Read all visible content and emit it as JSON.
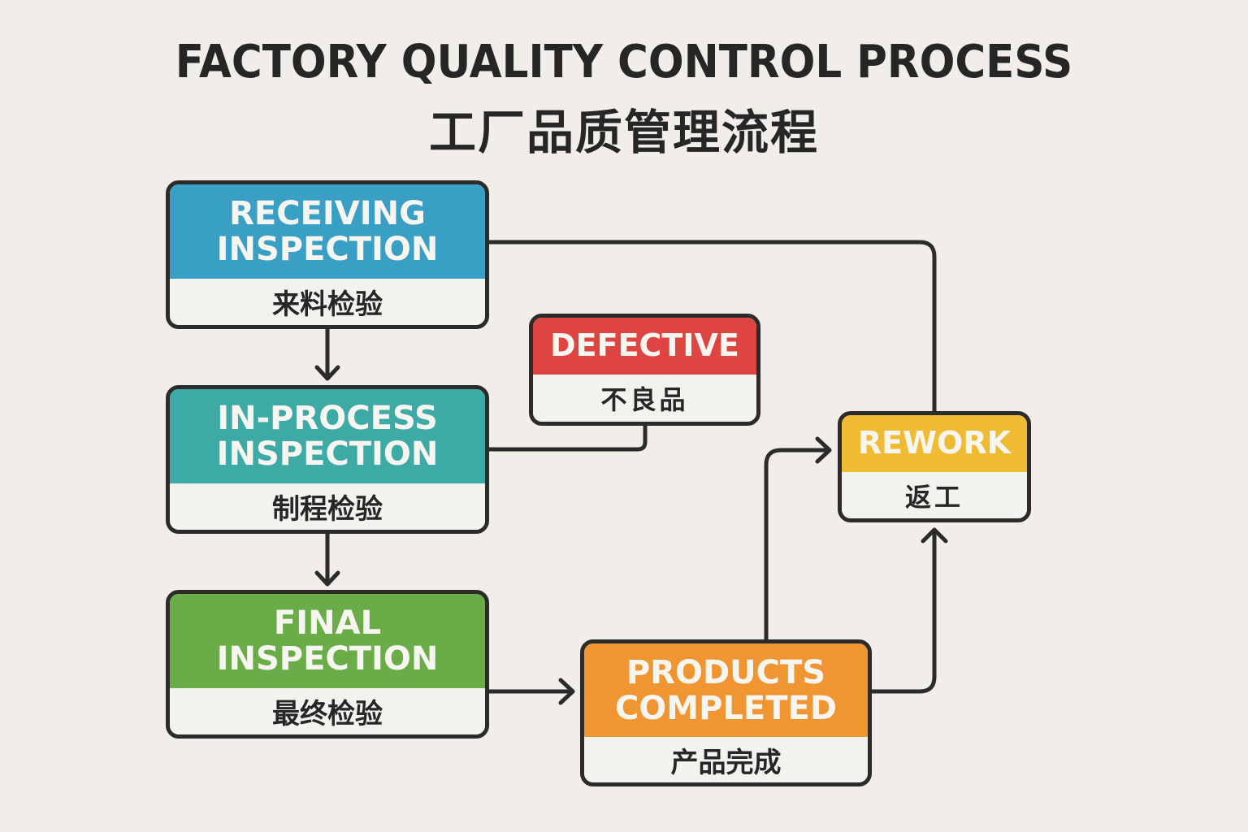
{
  "title": {
    "english": "FACTORY QUALITY CONTROL PROCESS",
    "chinese": "工厂品质管理流程"
  },
  "colors": {
    "background": "#f1eee9",
    "outline": "#2b2b2b",
    "receiving": "#3a9fc4",
    "in_process": "#3eaaa6",
    "final": "#6aac48",
    "completed": "#ef9532",
    "defective": "#de4541",
    "rework": "#efbb33"
  },
  "nodes": {
    "receiving": {
      "line1": "RECEIVING",
      "line2": "INSPECTION",
      "chinese": "来料检验"
    },
    "in_process": {
      "line1": "IN-PROCESS",
      "line2": "INSPECTION",
      "chinese": "制程检验"
    },
    "final": {
      "line1": "FINAL",
      "line2": "INSPECTION",
      "chinese": "最终检验"
    },
    "completed": {
      "line1": "PRODUCTS",
      "line2": "COMPLETED",
      "chinese": "产品完成"
    },
    "defective": {
      "line1": "DEFECTIVE",
      "chinese": "不良品"
    },
    "rework": {
      "line1": "REWORK",
      "chinese": "返工"
    }
  },
  "edges": [
    {
      "from": "receiving",
      "to": "in_process",
      "arrow": true
    },
    {
      "from": "in_process",
      "to": "final",
      "arrow": true
    },
    {
      "from": "final",
      "to": "completed",
      "arrow": true
    },
    {
      "from": "completed",
      "to": "rework",
      "arrow": true,
      "via": "right"
    },
    {
      "from": "completed",
      "to": "rework",
      "arrow": true,
      "via": "left"
    },
    {
      "from": "receiving",
      "to": "rework",
      "arrow": false
    },
    {
      "from": "in_process",
      "to": "defective",
      "arrow": false
    }
  ]
}
